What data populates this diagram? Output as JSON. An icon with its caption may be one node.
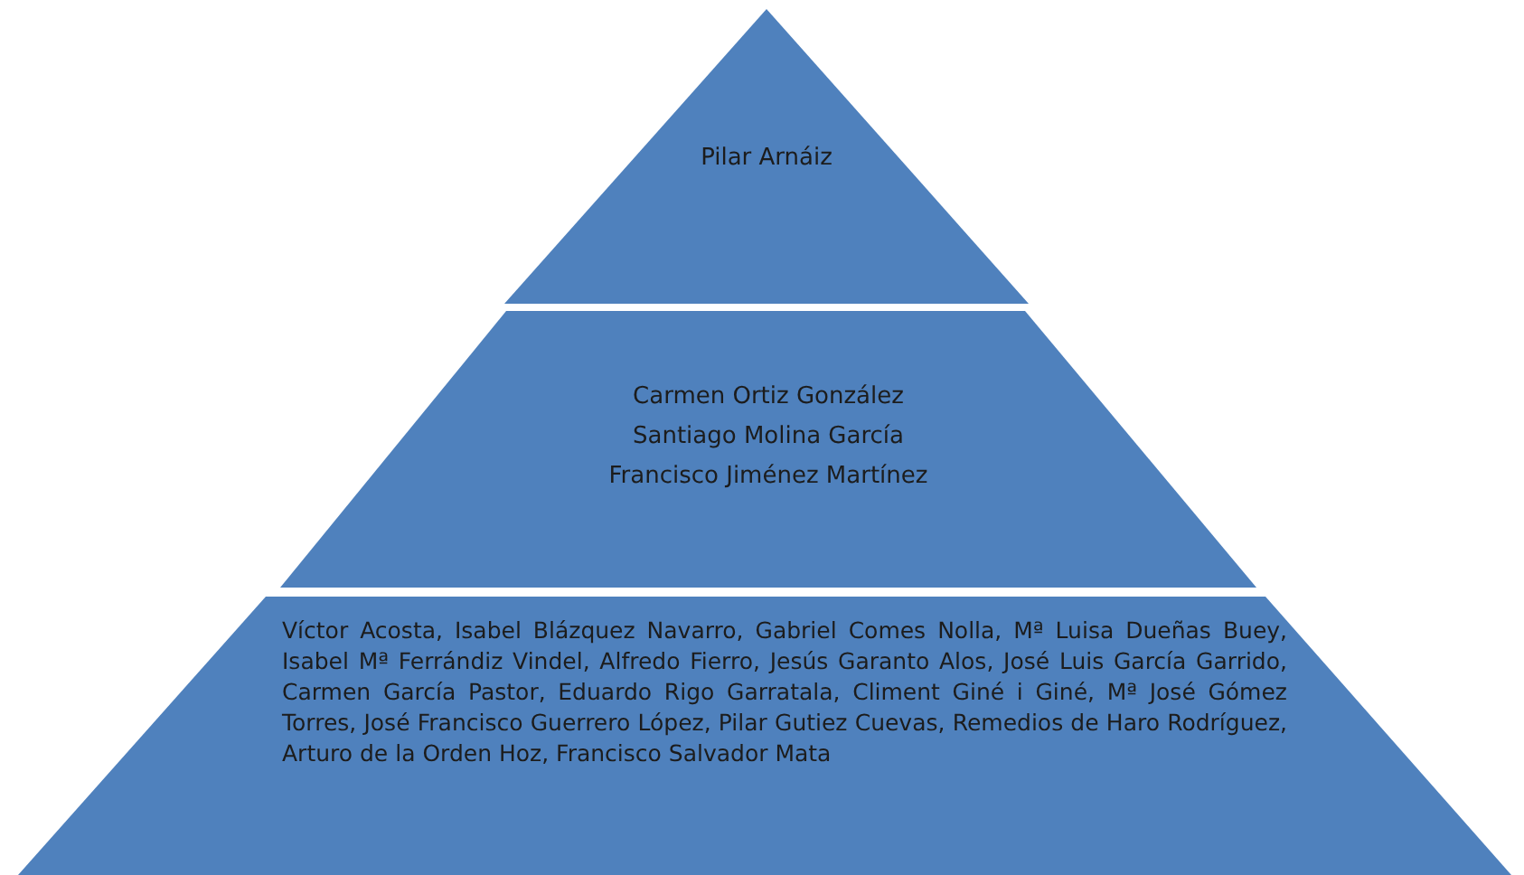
{
  "diagram": {
    "nodes": [
      {
        "text": [
          "Pilar Arnáiz"
        ]
      },
      {
        "text": [
          "Carmen Ortiz González",
          "Santiago Molina García",
          "Francisco Jiménez Martínez"
        ]
      },
      {
        "text": [
          "Víctor Acosta, Isabel Blázquez Navarro, Gabriel Comes Nolla, Mª Luisa Dueñas Buey, Isabel Mª Ferrándiz Vindel, Alfredo Fierro, Jesús Garanto Alos, José Luis García Garrido, Carmen García Pastor, Eduardo Rigo Garratala, Climent Giné i Giné, Mª José Gómez Torres, José Francisco Guerrero López, Pilar Gutiez Cuevas, Remedios de Haro Rodríguez, Arturo de la Orden Hoz, Francisco Salvador Mata"
        ]
      }
    ],
    "edges": []
  }
}
